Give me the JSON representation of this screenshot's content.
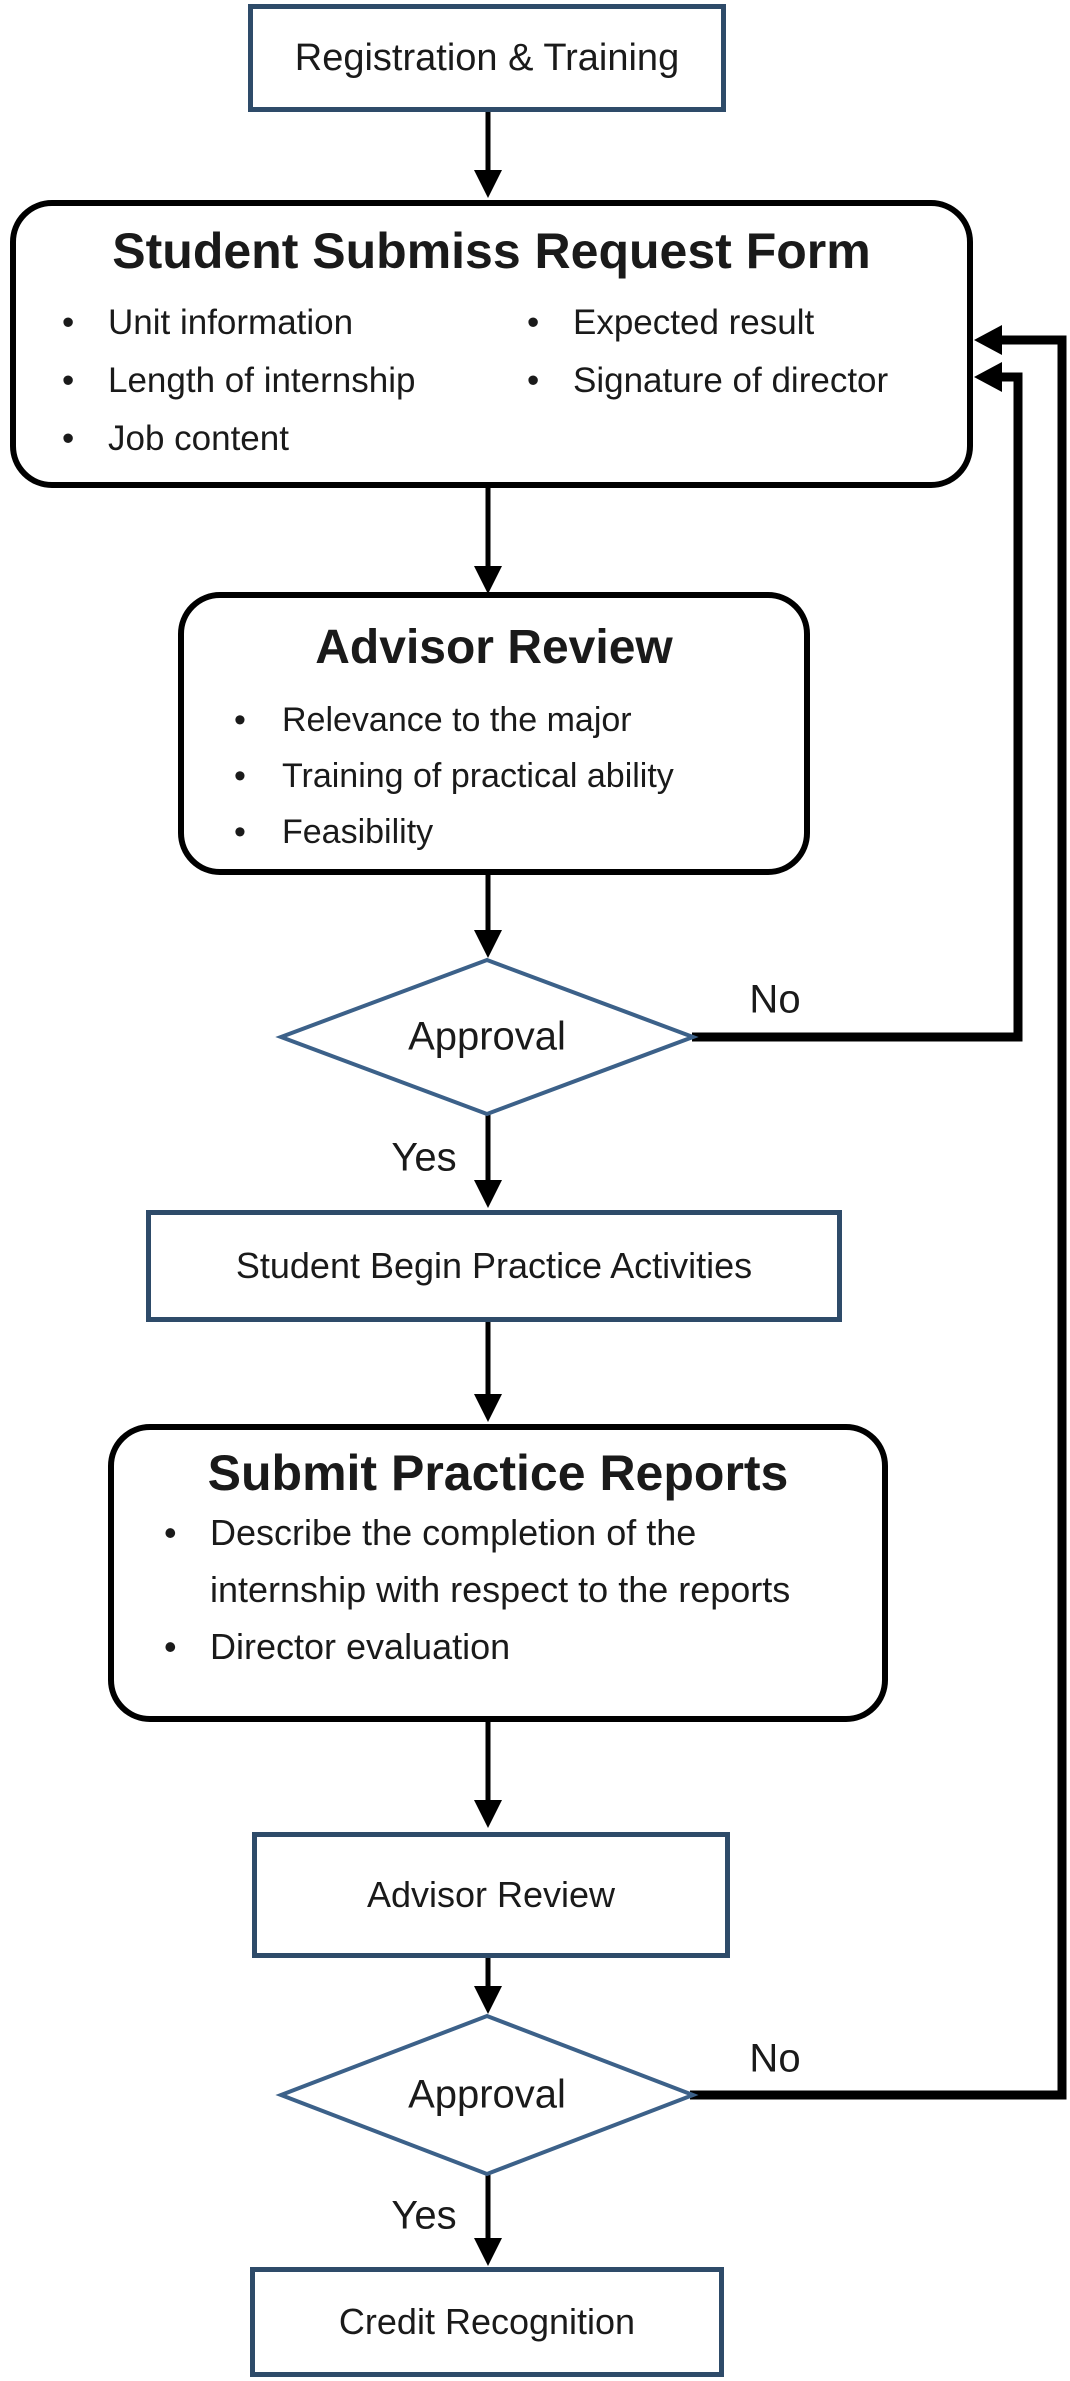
{
  "flowchart": {
    "nodes": {
      "registration": {
        "label": "Registration & Training"
      },
      "request_form": {
        "title": "Student Submiss Request Form",
        "bullets_left": [
          "Unit information",
          "Length of internship",
          "Job content"
        ],
        "bullets_right": [
          "Expected result",
          "Signature of director"
        ]
      },
      "advisor_review_1": {
        "title": "Advisor Review",
        "bullets": [
          "Relevance to the major",
          "Training of practical ability",
          "Feasibility"
        ]
      },
      "approval_1": {
        "label": "Approval"
      },
      "begin_practice": {
        "label": "Student Begin Practice Activities"
      },
      "practice_reports": {
        "title": "Submit Practice Reports",
        "bullets": [
          "Describe the completion of the internship with respect to the reports",
          "Director evaluation"
        ]
      },
      "advisor_review_2": {
        "label": "Advisor Review"
      },
      "approval_2": {
        "label": "Approval"
      },
      "credit_recognition": {
        "label": "Credit Recognition"
      }
    },
    "edge_labels": {
      "approval_1_yes": "Yes",
      "approval_1_no": "No",
      "approval_2_yes": "Yes",
      "approval_2_no": "No"
    },
    "colors": {
      "rect_border": "#2e4b69",
      "diamond_border": "#3c6189",
      "connector": "#000000",
      "text": "#1a1a1a",
      "background": "#ffffff"
    }
  }
}
